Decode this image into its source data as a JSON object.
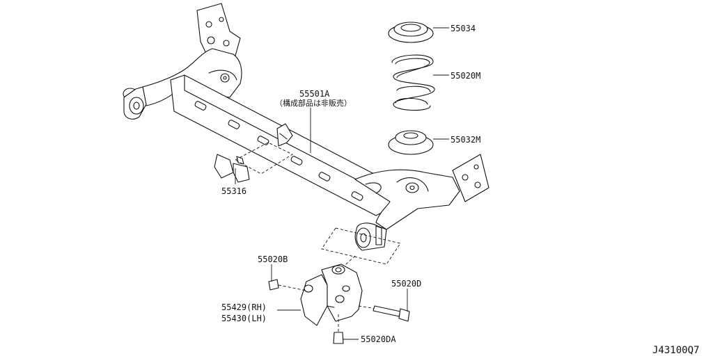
{
  "diagram": {
    "code": "J43100Q7",
    "parts": {
      "seat_upper": "55034",
      "spring": "55020M",
      "seat_lower": "55032M",
      "beam": "55501A",
      "beam_note": "（構成部品は非販売）",
      "bracket_small": "55316",
      "bolt_b": "55020B",
      "bolt_d": "55020D",
      "bracket_rh": "55429(RH)",
      "bracket_lh": "55430(LH)",
      "bolt_da": "55020DA"
    }
  }
}
